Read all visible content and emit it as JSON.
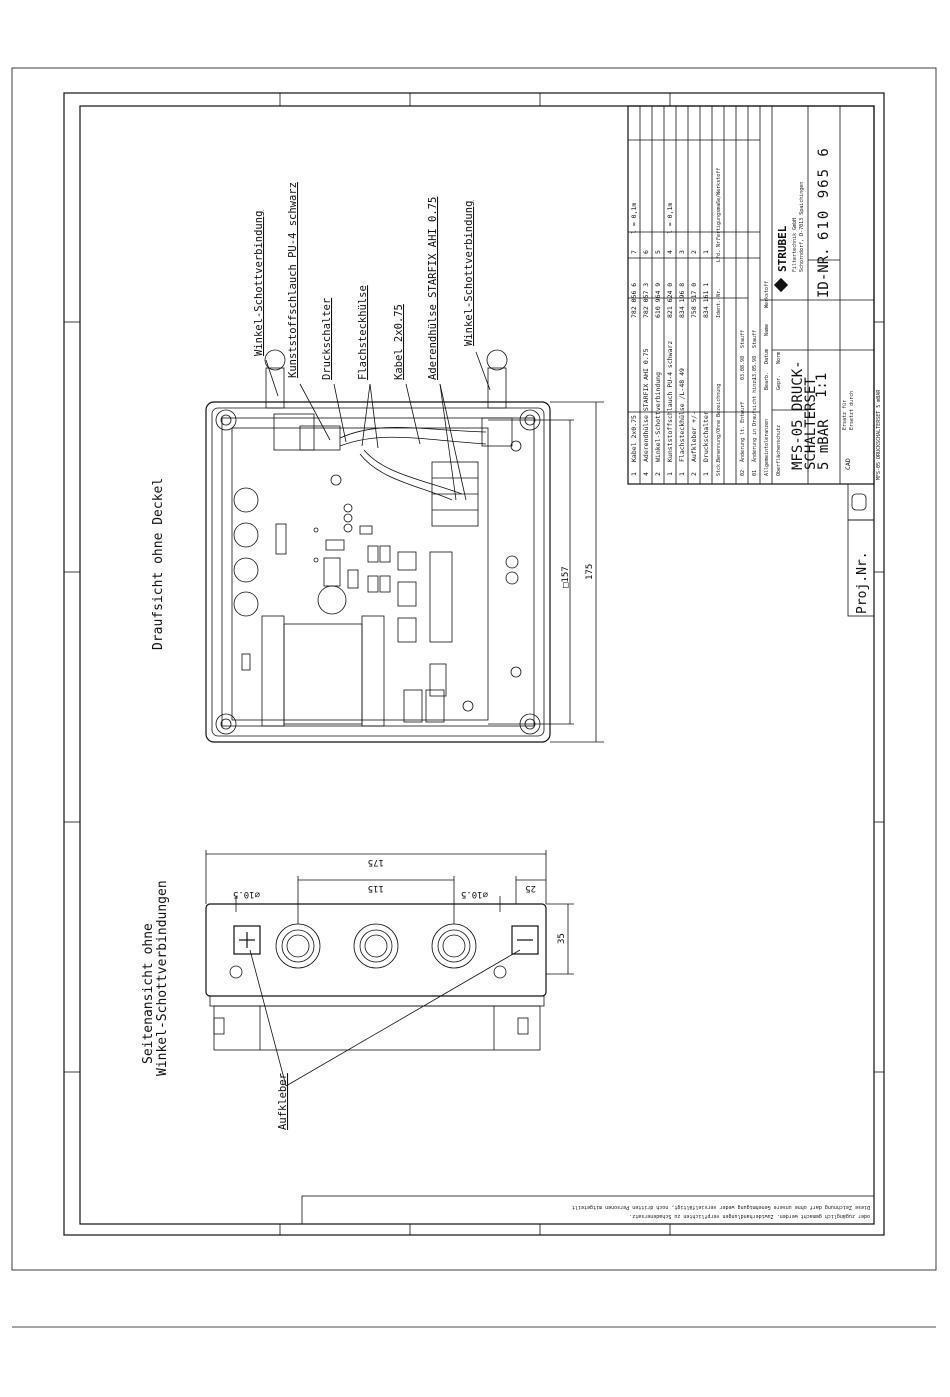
{
  "views": {
    "top_view_title": "Draufsicht ohne Deckel",
    "side_view_title_1": "Seitenansicht ohne",
    "side_view_title_2": "Winkel-Schottverbindungen"
  },
  "callouts": [
    "Winkel-Schottverbindung",
    "Kunststoffschlauch PU-4 schwarz",
    "Druckschalter",
    "Flachsteckhülse",
    "Kabel 2x0.75",
    "Aderendhülse STARFIX AHI 0.75",
    "Winkel-Schottverbindung"
  ],
  "side_callout": "Aufkleber",
  "dimensions": {
    "top_square": "□157",
    "top_overall": "175",
    "side_overall": "175",
    "side_pitch": "115",
    "side_edge": "25",
    "side_height": "35",
    "hole_left": "⌀10.5",
    "hole_right": "⌀10.5"
  },
  "parts_list": [
    {
      "pos": "1",
      "qty": "1",
      "name": "Kabel 2x0.75",
      "part": "782 056 6",
      "item": "7",
      "note": "l = 0,1m"
    },
    {
      "pos": "2",
      "qty": "4",
      "name": "Aderendhülse STARFIX AHI 0.75",
      "part": "782 057 3",
      "item": "6",
      "note": ""
    },
    {
      "pos": "3",
      "qty": "2",
      "name": "Winkel-Schottverbindung",
      "part": "610 964 9",
      "item": "5",
      "note": ""
    },
    {
      "pos": "4",
      "qty": "1",
      "name": "Kunststoffschlauch PU-4 schwarz",
      "part": "821 624 0",
      "item": "4",
      "note": "l = 0,1m"
    },
    {
      "pos": "5",
      "qty": "1",
      "name": "Flachsteckhülse /L-48 49",
      "part": "834 196 8",
      "item": "3",
      "note": ""
    },
    {
      "pos": "6",
      "qty": "2",
      "name": "Aufkleber +/-",
      "part": "758 517 0",
      "item": "2",
      "note": ""
    },
    {
      "pos": "7",
      "qty": "1",
      "name": "Druckschalter",
      "part": "834 161 1",
      "item": "1",
      "note": ""
    }
  ],
  "parts_header": {
    "qty": "Stck.",
    "name": "Benennung/Ohne Bezeichnung",
    "part": "Ident.-Nr.",
    "item": "Lfd. Nr.",
    "material": "Fertigungsmaße/Werkstoff"
  },
  "company": {
    "logo_text": "STRUBEL",
    "line1": "Filtertechnik GmbH",
    "line2": "Schorndorf, D-7013 Spaichingen"
  },
  "title": {
    "line1": "MFS-05 DRUCK-",
    "line2": "SCHALTERSET",
    "line3": "5 mBAR",
    "scale": "1:1",
    "id_label": "ID-NR.",
    "id_number": "610 965 6"
  },
  "revisions": [
    {
      "rev": "02",
      "text": "Änderung lt. Entwurf",
      "date": "03.08.98",
      "name": "Stauff"
    },
    {
      "rev": "01",
      "text": "Änderung in Draufsicht hinzu",
      "date": "13.05.98",
      "name": "Stauff"
    }
  ],
  "title_labels": {
    "general_tol": "Allgemeintoleranzen",
    "surface": "Oberflächenschutz",
    "drawn": "Bearb.",
    "checked": "Gepr.",
    "norm": "Norm",
    "date": "Datum",
    "name": "Name",
    "material": "Werkstoff",
    "cad": "CAD",
    "created": "Ersatz für",
    "replaced": "Ersetzt durch"
  },
  "proj_label": "Proj.Nr.",
  "footer_notice_1": "Diese Zeichnung darf ohne unsere Genehmigung weder vervielfältigt, noch dritten Personen mitgeteilt",
  "footer_notice_2": "oder zugänglich gemacht werden. Zuwiderhandlungen verpflichten zu Schadenersatz.",
  "sheet_code": "MFS-05 DRUCKSCHALTERSET 5 mBAR"
}
